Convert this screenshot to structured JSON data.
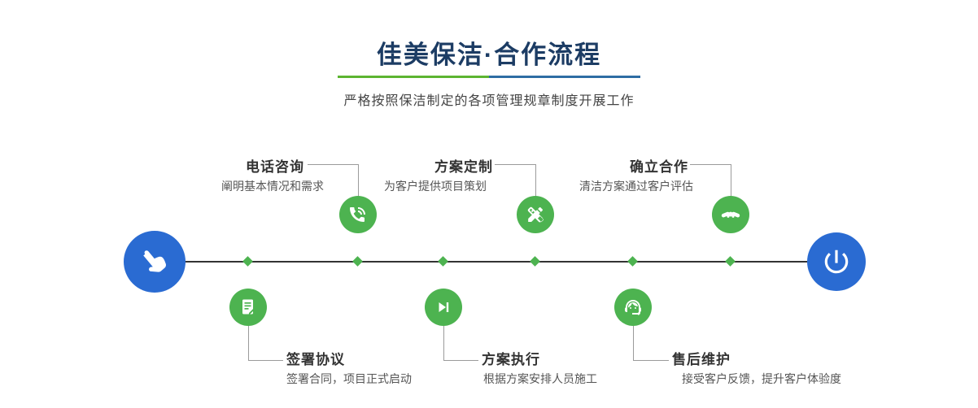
{
  "header": {
    "title": "佳美保洁·合作流程",
    "subtitle": "严格按照保洁制定的各项管理规章制度开展工作"
  },
  "colors": {
    "title_navy": "#1c3c64",
    "accent_green": "#4db350",
    "accent_blue": "#2a6bd2",
    "underline_green": "#5cb531",
    "underline_blue": "#2e6da4",
    "timeline_line": "#333333"
  },
  "steps_top": [
    {
      "title": "电话咨询",
      "desc": "阐明基本情况和需求",
      "icon": "phone-icon"
    },
    {
      "title": "方案定制",
      "desc": "为客户提供项目策划",
      "icon": "design-pencil-icon"
    },
    {
      "title": "确立合作",
      "desc": "清洁方案通过客户评估",
      "icon": "handshake-icon"
    }
  ],
  "steps_bottom": [
    {
      "title": "签署协议",
      "desc": "签署合同，项目正式启动",
      "icon": "contract-document-icon"
    },
    {
      "title": "方案执行",
      "desc": "根据方案安排人员施工",
      "icon": "play-next-icon"
    },
    {
      "title": "售后维护",
      "desc": "接受客户反馈，提升客户体验度",
      "icon": "headset-support-icon"
    }
  ],
  "endpoints": {
    "start_icon": "pointing-hand-icon",
    "end_icon": "power-icon"
  }
}
